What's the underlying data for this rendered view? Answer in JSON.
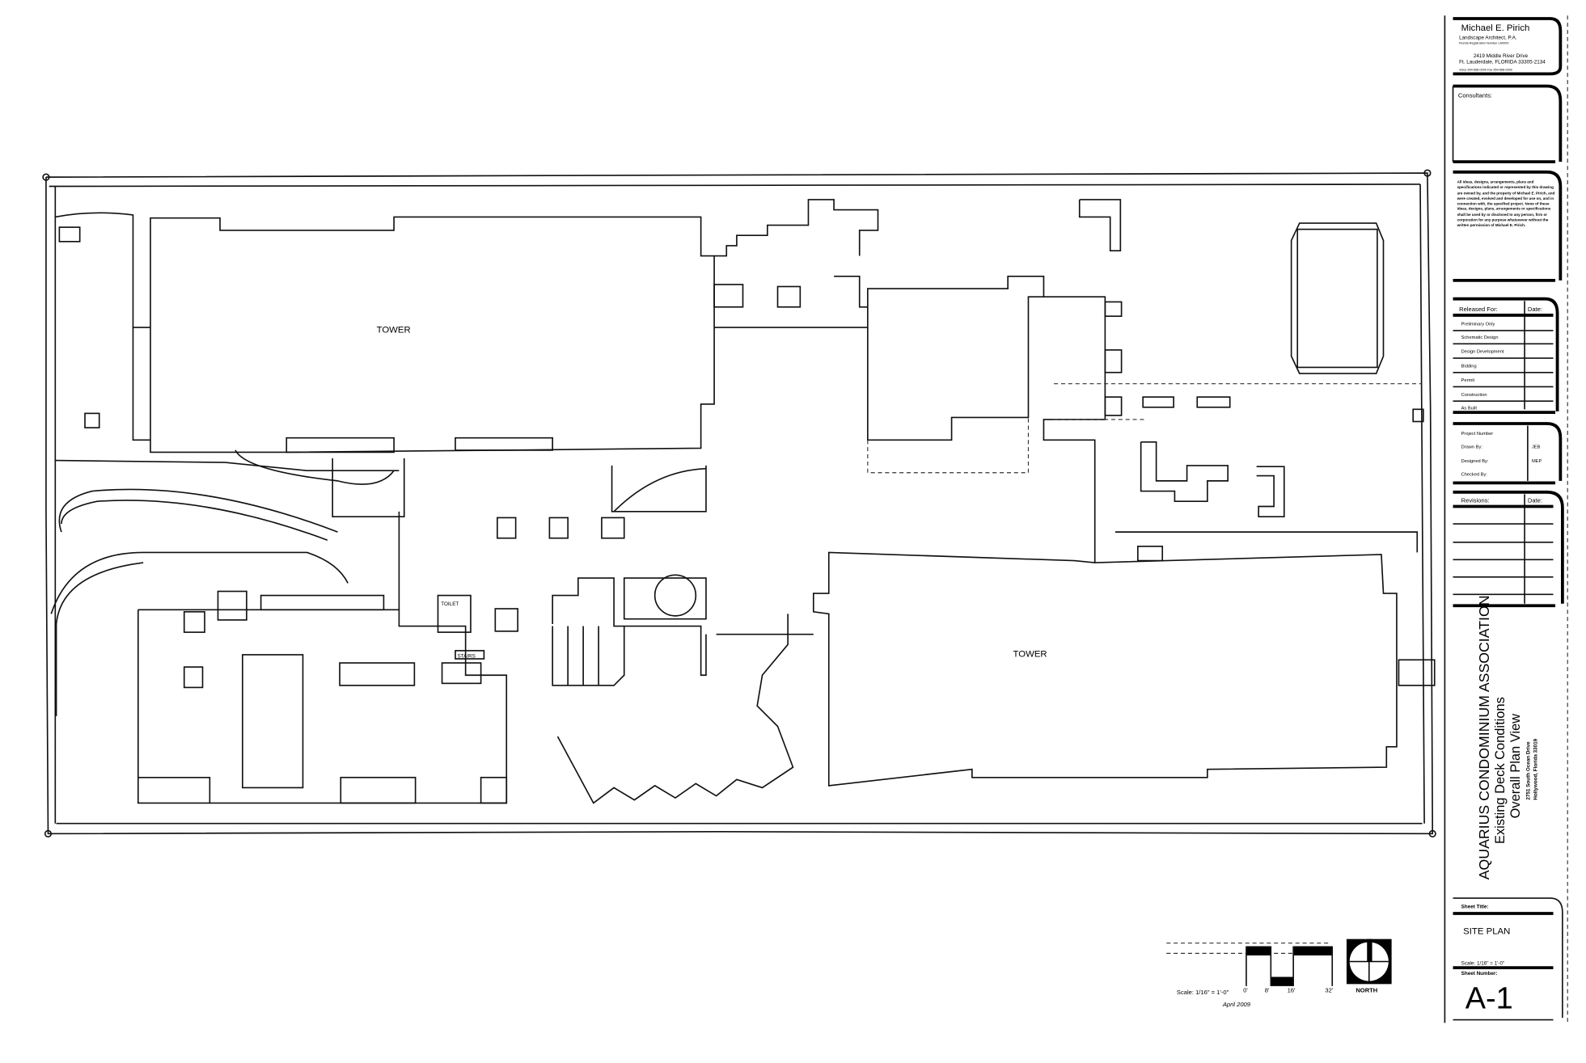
{
  "sheet": {
    "firm": {
      "name": "Michael E. Pirich",
      "title": "Landscape Architect, P.A.",
      "registration": "Florida Registration Number LA0000",
      "address1": "2419 Middle River Drive",
      "address2": "Ft. Lauderdale, FLORIDA 33305-2134",
      "phone": "Voice 954-568-0000  Fax 954-568-0000"
    },
    "consultants_label": "Consultants:",
    "copyright_notice": "All ideas, designs, arrangements, plans and specifications indicated or represented by this drawing are owned by, and the property of Michael E. Pirich, and were created, evolved and developed for use on, and in connection with, the specified project. None of these ideas, designs, plans, arrangements or specifications shall be used by or disclosed to any person, firm or corporation for any purpose whatsoever without the written permission of Michael E. Pirich.",
    "released_for": {
      "header": "Released For:",
      "date_header": "Date:",
      "items": [
        "Preliminary Only",
        "Schematic Design",
        "Design Development",
        "Bidding",
        "Permit",
        "Construction",
        "As Built"
      ]
    },
    "project_info": [
      {
        "label": "Project Number",
        "value": ""
      },
      {
        "label": "Drawn By:",
        "value": "JEB"
      },
      {
        "label": "Designed By:",
        "value": "MEP"
      },
      {
        "label": "Checked By:",
        "value": ""
      }
    ],
    "revisions": {
      "header": "Revisions:",
      "date_header": "Date:"
    },
    "project": {
      "client": "AQUARIUS CONDOMINIUM ASSOCIATION",
      "subtitle": "Existing Deck Conditions",
      "view": "Overall Plan View",
      "address1": "2751 South Ocean Drive",
      "address2": "Hollywood, Florida 33019"
    },
    "sheet_title_label": "Sheet Title:",
    "sheet_title": "SITE PLAN",
    "scale": "Scale: 1/16\" = 1'-0\"",
    "sheet_number_label": "Sheet Number:",
    "sheet_number": "A-1"
  },
  "plan": {
    "tower_label_1": "TOWER",
    "tower_label_2": "TOWER",
    "small_label_1": "TOILET",
    "small_label_2": "STAIRS"
  },
  "scale_bar": {
    "label": "Scale: 1/16\" = 1'-0\"",
    "ticks": [
      "0'",
      "8'",
      "16'",
      "32'"
    ],
    "north": "NORTH",
    "date": "April 2009"
  }
}
